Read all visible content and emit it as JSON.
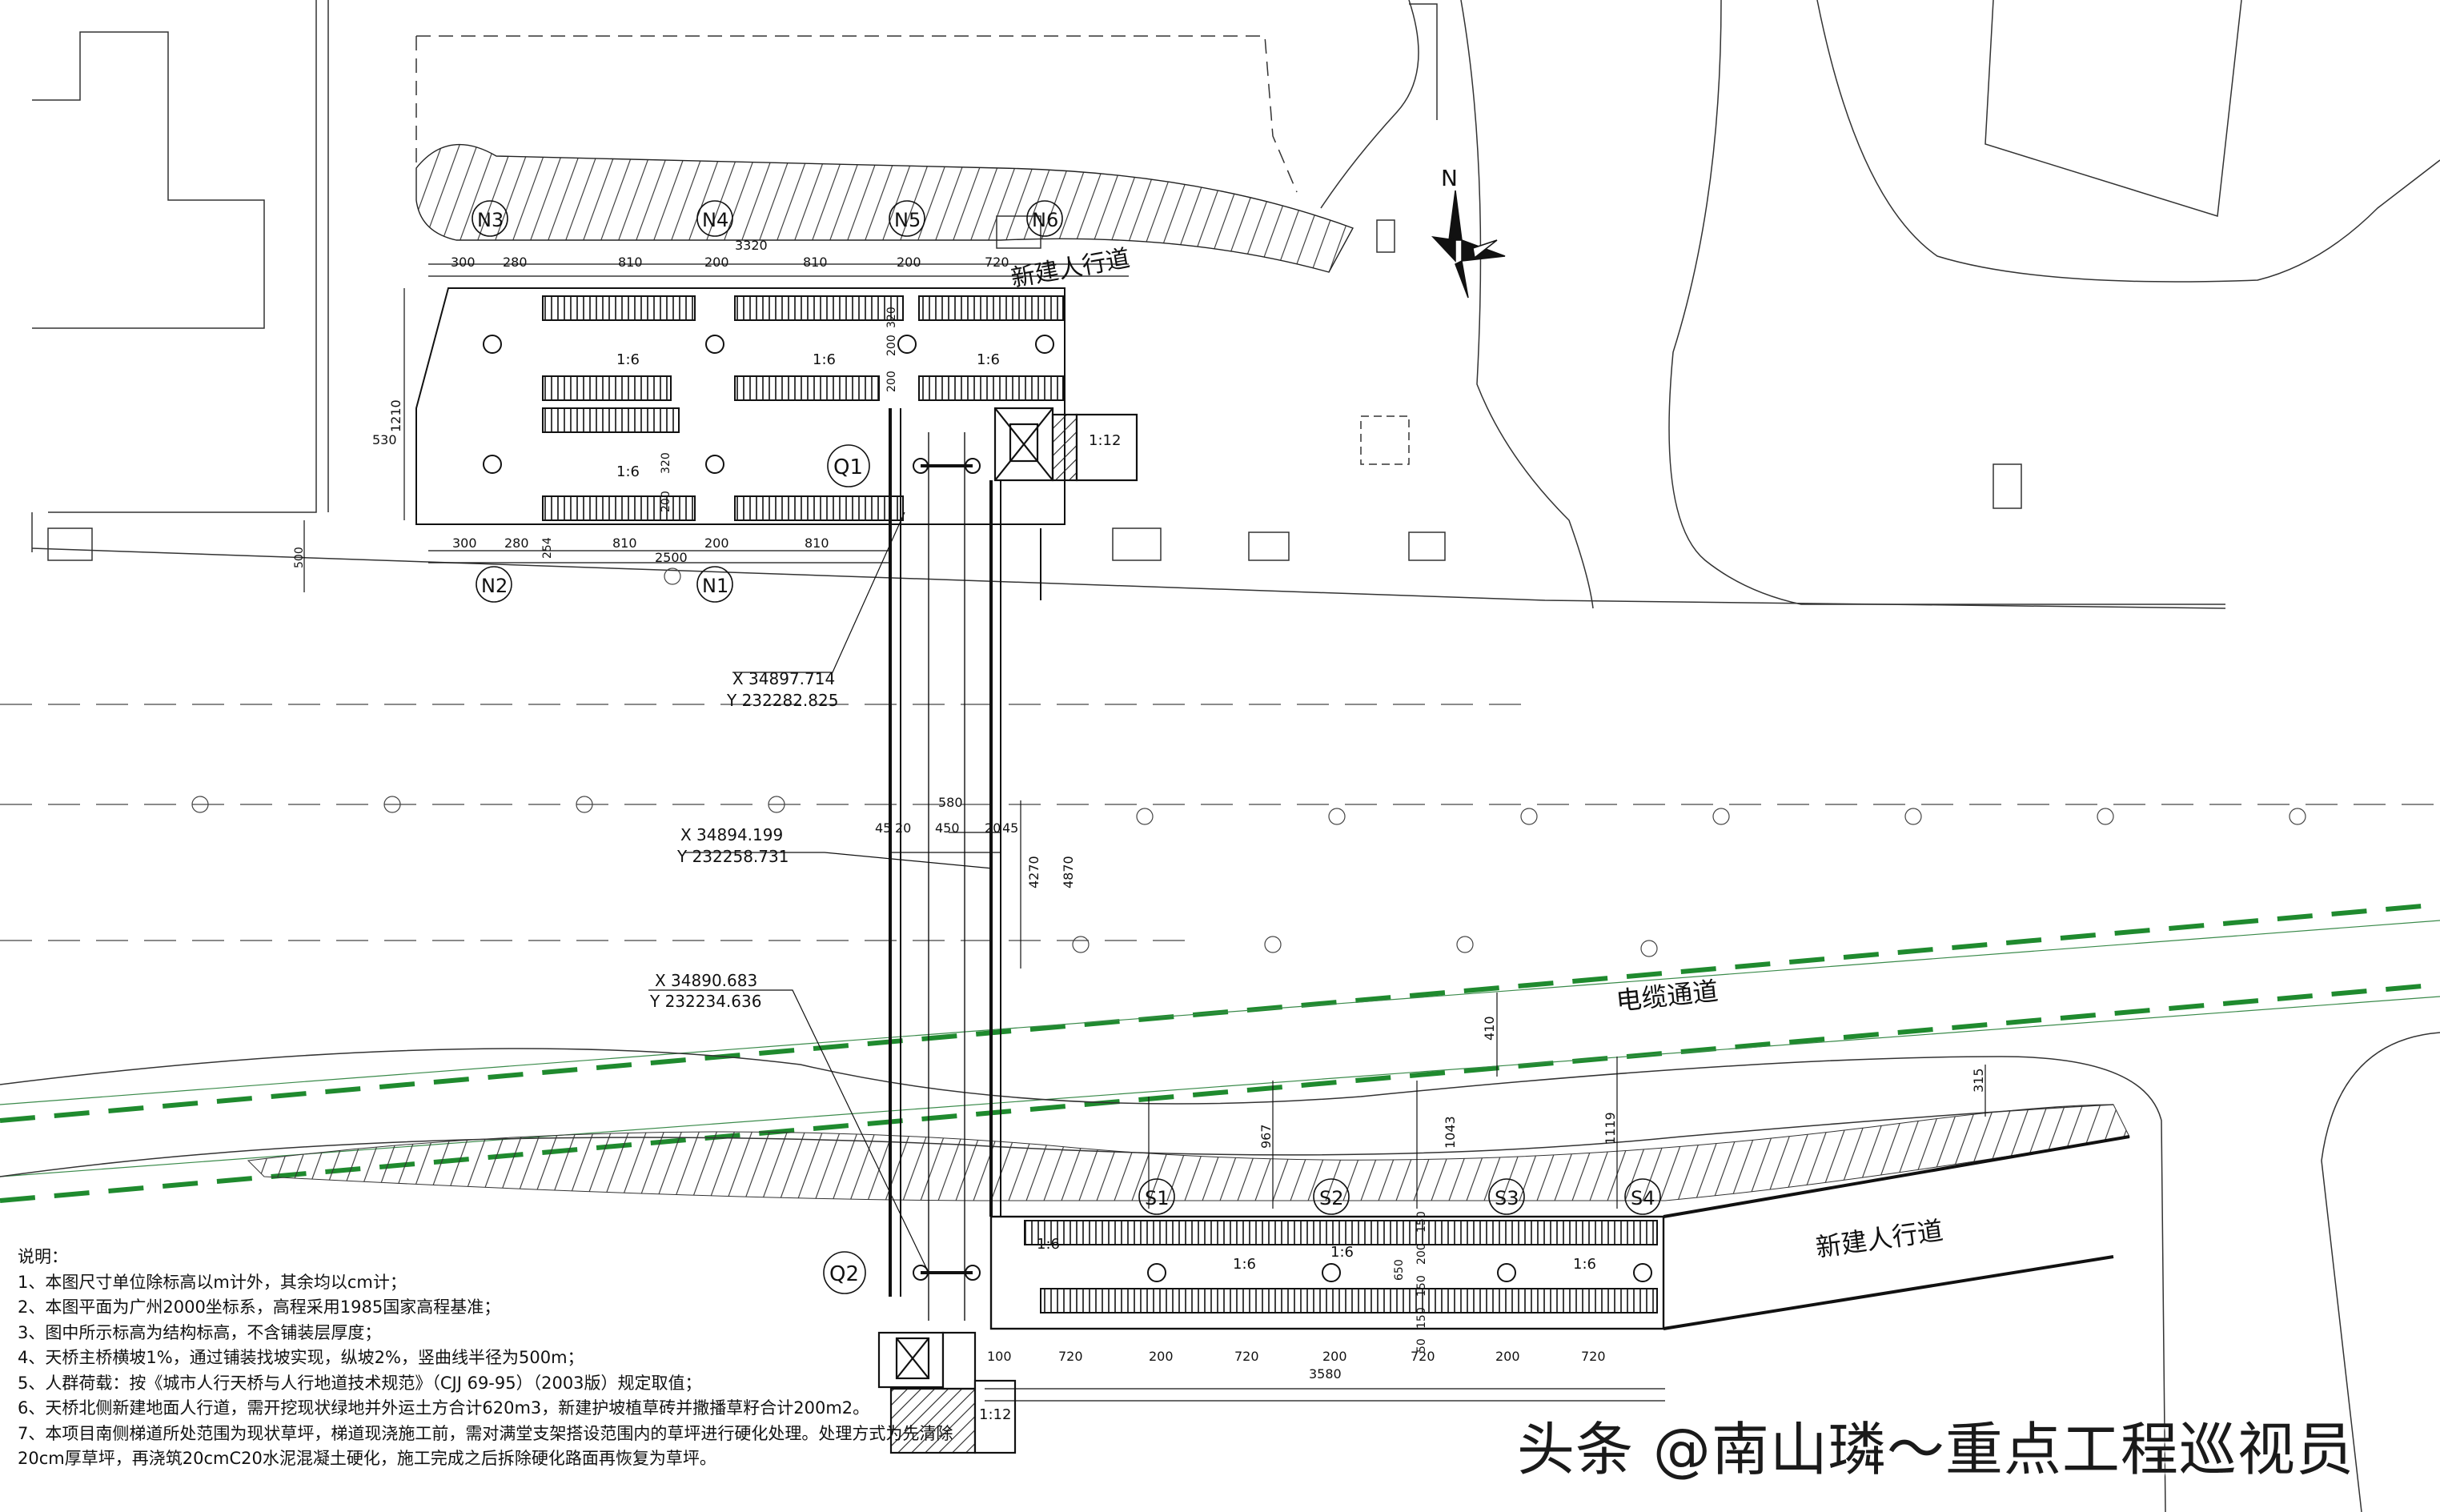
{
  "labels": {
    "north": "N",
    "walkway_north": "新建人行道",
    "walkway_south": "新建人行道",
    "cable_channel": "电缆通道"
  },
  "piers": {
    "north": [
      "N3",
      "N4",
      "N5",
      "N6"
    ],
    "north_bottom": [
      "N2",
      "N1"
    ],
    "q1": "Q1",
    "q2": "Q2",
    "south": [
      "S1",
      "S2",
      "S3",
      "S4"
    ]
  },
  "slopes": {
    "stair": "1:6",
    "lift": "1:12"
  },
  "coordinates": [
    {
      "x": "X 34897.714",
      "y": "Y 232282.825"
    },
    {
      "x": "X 34894.199",
      "y": "Y 232258.731"
    },
    {
      "x": "X 34890.683",
      "y": "Y 232234.636"
    }
  ],
  "dims_north_top": {
    "total": "3320",
    "segments": [
      "300",
      "280",
      "810",
      "200",
      "810",
      "200",
      "720"
    ]
  },
  "dims_north_bottom": {
    "total": "2500",
    "segments": [
      "300",
      "280",
      "254",
      "810",
      "200",
      "810"
    ]
  },
  "dims_north_side": [
    "1210",
    "530",
    "500"
  ],
  "dims_north_inner": [
    "320",
    "200",
    "200",
    "200",
    "320"
  ],
  "dims_bridge": {
    "total_width": "580",
    "parts": [
      "45",
      "20",
      "450",
      "20",
      "45"
    ],
    "length_inner": "4270",
    "length_outer": "4870"
  },
  "dims_south_bottom": {
    "total": "3580",
    "segments": [
      "100",
      "720",
      "200",
      "720",
      "200",
      "720",
      "200",
      "720"
    ]
  },
  "dims_south_other": [
    "410",
    "315",
    "967",
    "1043",
    "1119",
    "150",
    "200",
    "150",
    "650",
    "150",
    "50"
  ],
  "notes": {
    "title": "说明：",
    "items": [
      "1、本图尺寸单位除标高以m计外，其余均以cm计；",
      "2、本图平面为广州2000坐标系，高程采用1985国家高程基准；",
      "3、图中所示标高为结构标高，不含铺装层厚度；",
      "4、天桥主桥横坡1%，通过铺装找坡实现，纵坡2%，竖曲线半径为500m；",
      "5、人群荷载：按《城市人行天桥与人行地道技术规范》（CJJ 69-95）（2003版）规定取值；",
      "6、天桥北侧新建地面人行道，需开挖现状绿地并外运土方合计620m3，新建护坡植草砖并撒播草籽合计200m2。",
      "7、本项目南侧梯道所处范围为现状草坪，梯道现浇施工前，需对满堂支架搭设范围内的草坪进行硬化处理。处理方式为先清除",
      "20cm厚草坪，再浇筑20cmC20水泥混凝土硬化，施工完成之后拆除硬化路面再恢复为草坪。"
    ]
  },
  "watermark": "头条 @南山璘～重点工程巡视员",
  "colors": {
    "line": "#111111",
    "cable": "#1f8a2e",
    "background": "#ffffff"
  }
}
